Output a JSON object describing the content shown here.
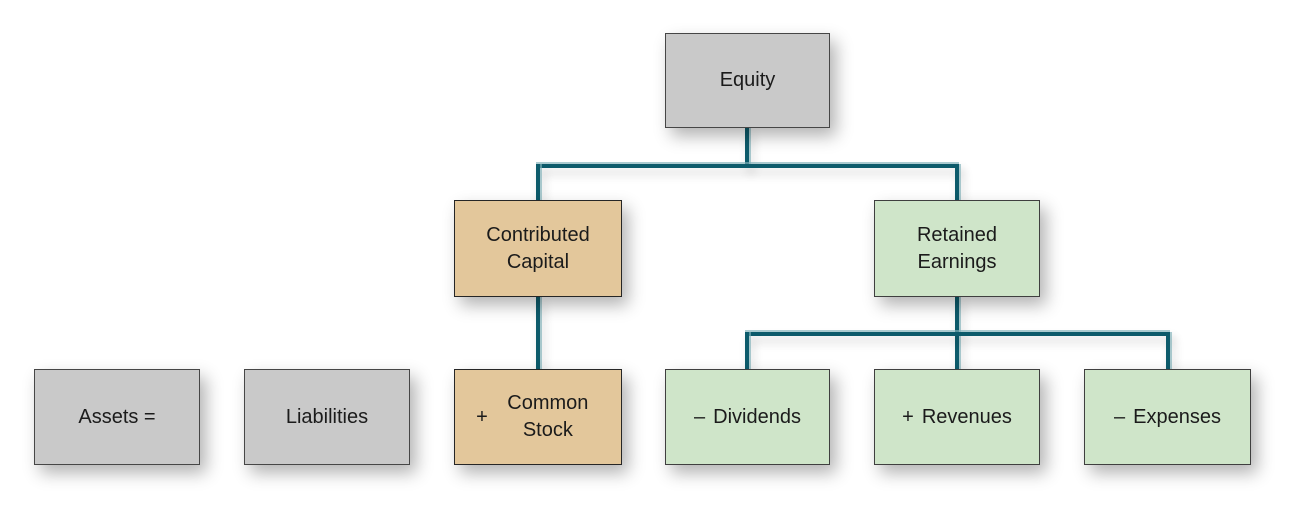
{
  "diagram": {
    "type": "hierarchy",
    "background_color": "#ffffff",
    "connector_color": "#0d5b6b",
    "connector_highlight_color": "#7fb0b8",
    "nodes": {
      "equity": {
        "label": "Equity",
        "fill": "#c9c9c9"
      },
      "contributed_capital": {
        "label": "Contributed Capital",
        "fill": "#e3c79b"
      },
      "retained_earnings": {
        "label": "Retained Earnings",
        "fill": "#cfe5c9"
      },
      "assets": {
        "label": "Assets =",
        "fill": "#c9c9c9"
      },
      "liabilities": {
        "label": "Liabilities",
        "fill": "#c9c9c9"
      },
      "common_stock": {
        "prefix": "+",
        "label": "Common Stock",
        "fill": "#e3c79b"
      },
      "dividends": {
        "prefix": "–",
        "label": "Dividends",
        "fill": "#cfe5c9"
      },
      "revenues": {
        "prefix": "+",
        "label": "Revenues",
        "fill": "#cfe5c9"
      },
      "expenses": {
        "prefix": "–",
        "label": "Expenses",
        "fill": "#cfe5c9"
      }
    },
    "edges": [
      {
        "from": "equity",
        "to": "contributed_capital"
      },
      {
        "from": "equity",
        "to": "retained_earnings"
      },
      {
        "from": "contributed_capital",
        "to": "common_stock"
      },
      {
        "from": "retained_earnings",
        "to": "dividends"
      },
      {
        "from": "retained_earnings",
        "to": "revenues"
      },
      {
        "from": "retained_earnings",
        "to": "expenses"
      }
    ]
  }
}
